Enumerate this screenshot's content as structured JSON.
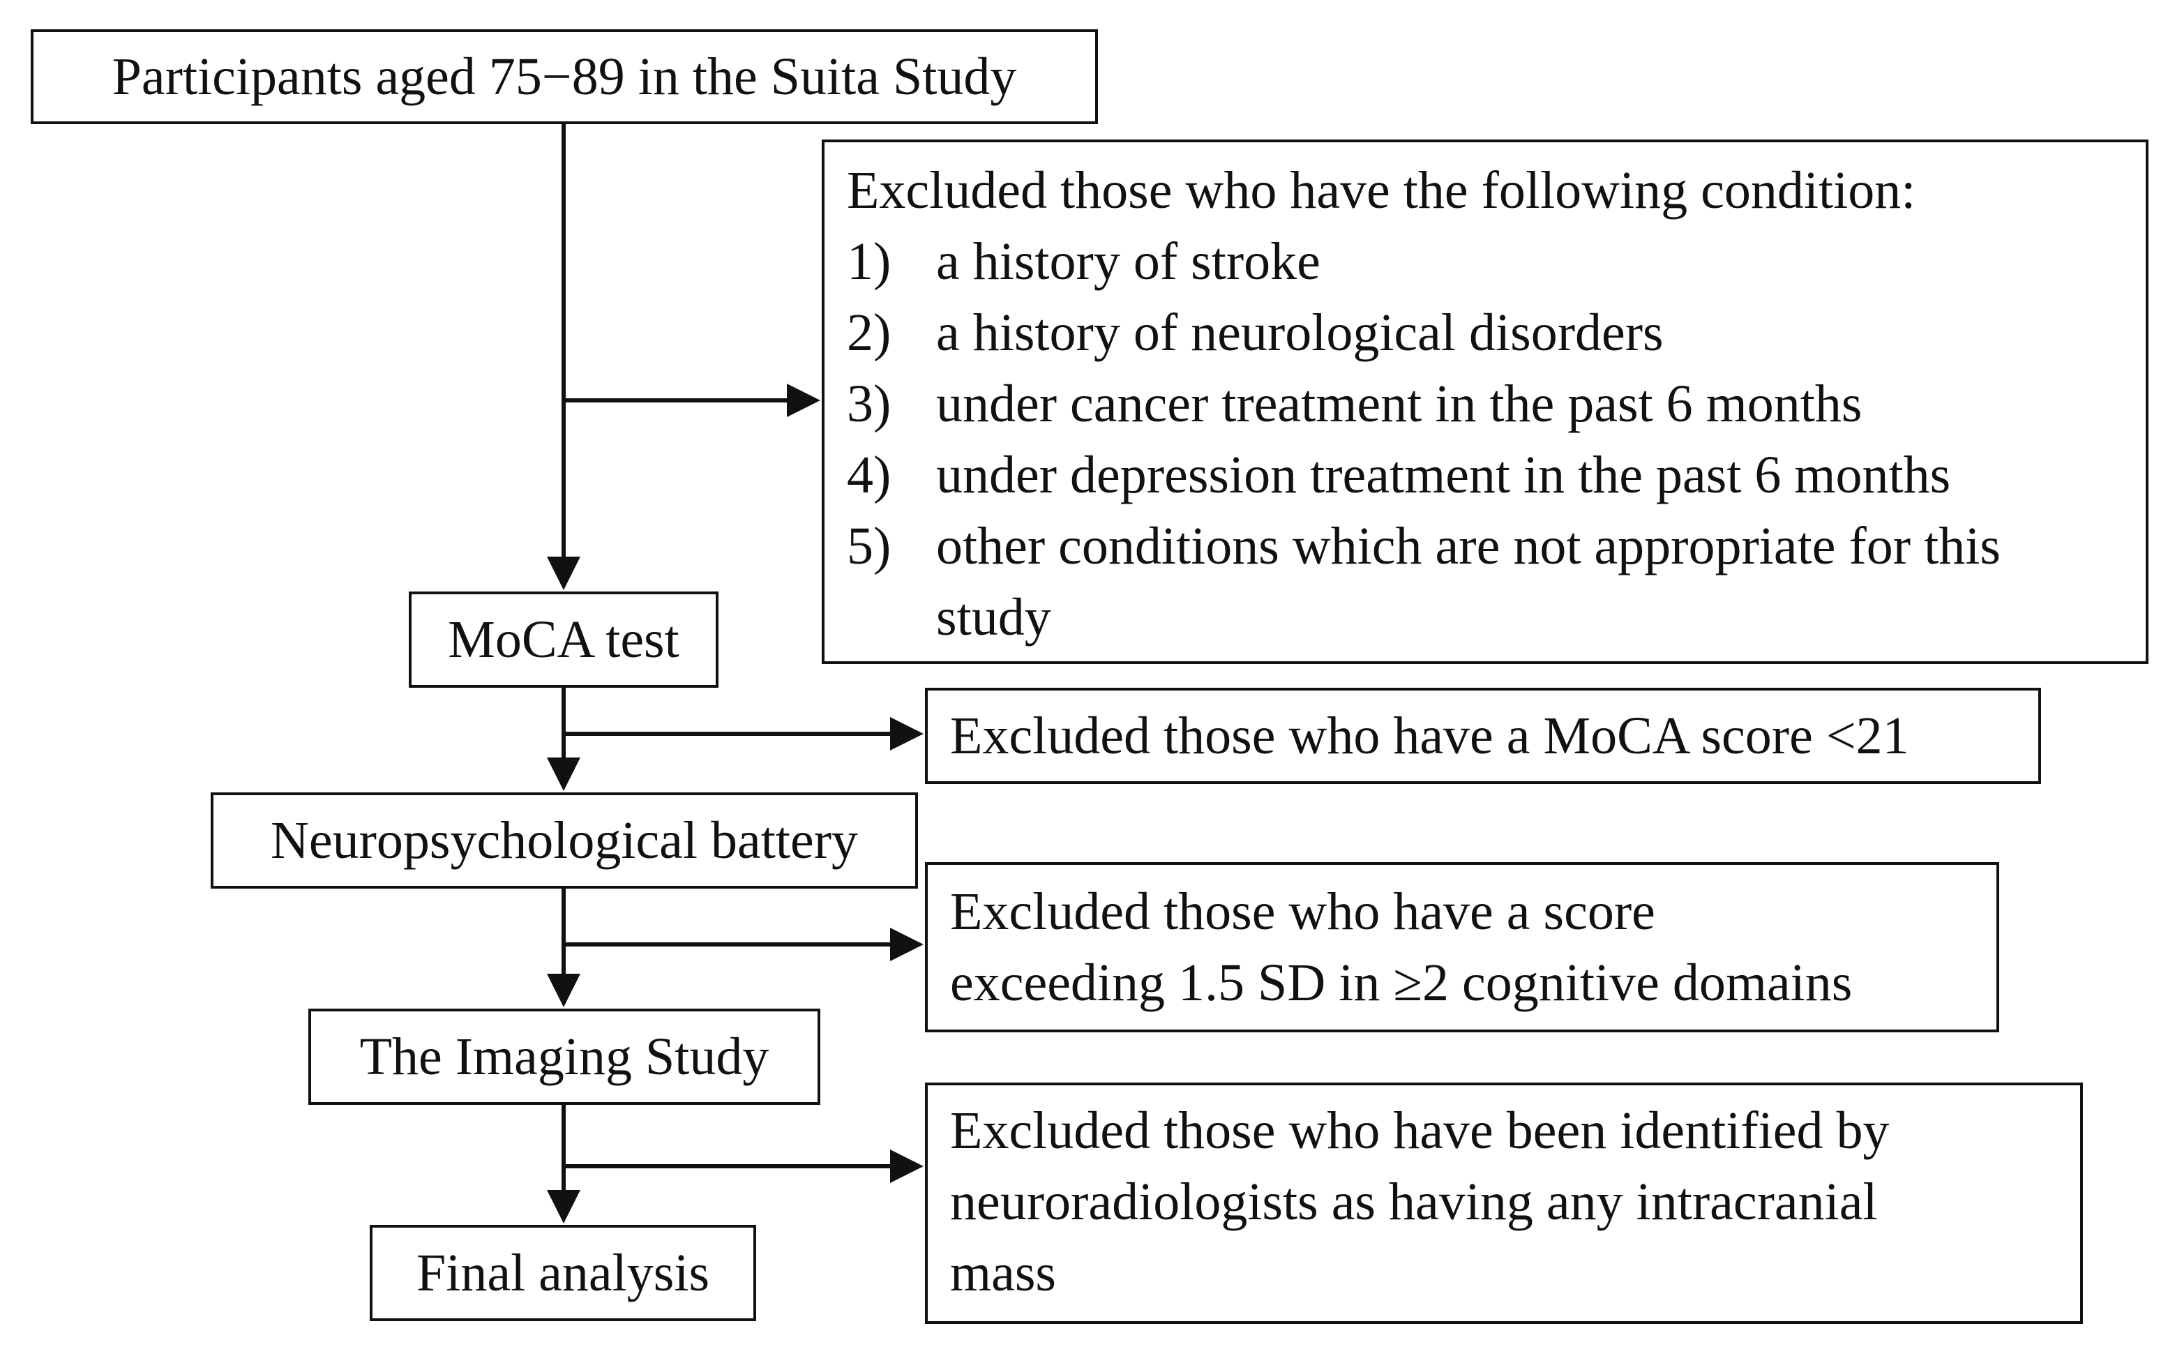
{
  "flowchart": {
    "main_steps": [
      {
        "label": "Participants aged 75−89 in the Suita Study"
      },
      {
        "label": "MoCA test"
      },
      {
        "label": "Neuropsychological battery"
      },
      {
        "label": "The Imaging Study"
      },
      {
        "label": "Final analysis"
      }
    ],
    "exclusions": [
      {
        "heading": "Excluded those who have the following condition:",
        "items": [
          {
            "num": "1)",
            "text": "a history of stroke"
          },
          {
            "num": "2)",
            "text": "a history of neurological disorders"
          },
          {
            "num": "3)",
            "text": "under cancer treatment in the past 6 months"
          },
          {
            "num": "4)",
            "text": "under depression treatment in the past 6 months"
          },
          {
            "num": "5)",
            "text": "other conditions which are not appropriate for this",
            "cont": "study"
          }
        ]
      },
      {
        "lines": [
          "Excluded those who have a MoCA score <21"
        ]
      },
      {
        "lines": [
          "Excluded those who have a score",
          "exceeding 1.5 SD in ≥2 cognitive domains"
        ]
      },
      {
        "lines": [
          "Excluded those who have been identified by",
          "neuroradiologists as having any intracranial",
          "mass"
        ]
      }
    ]
  }
}
